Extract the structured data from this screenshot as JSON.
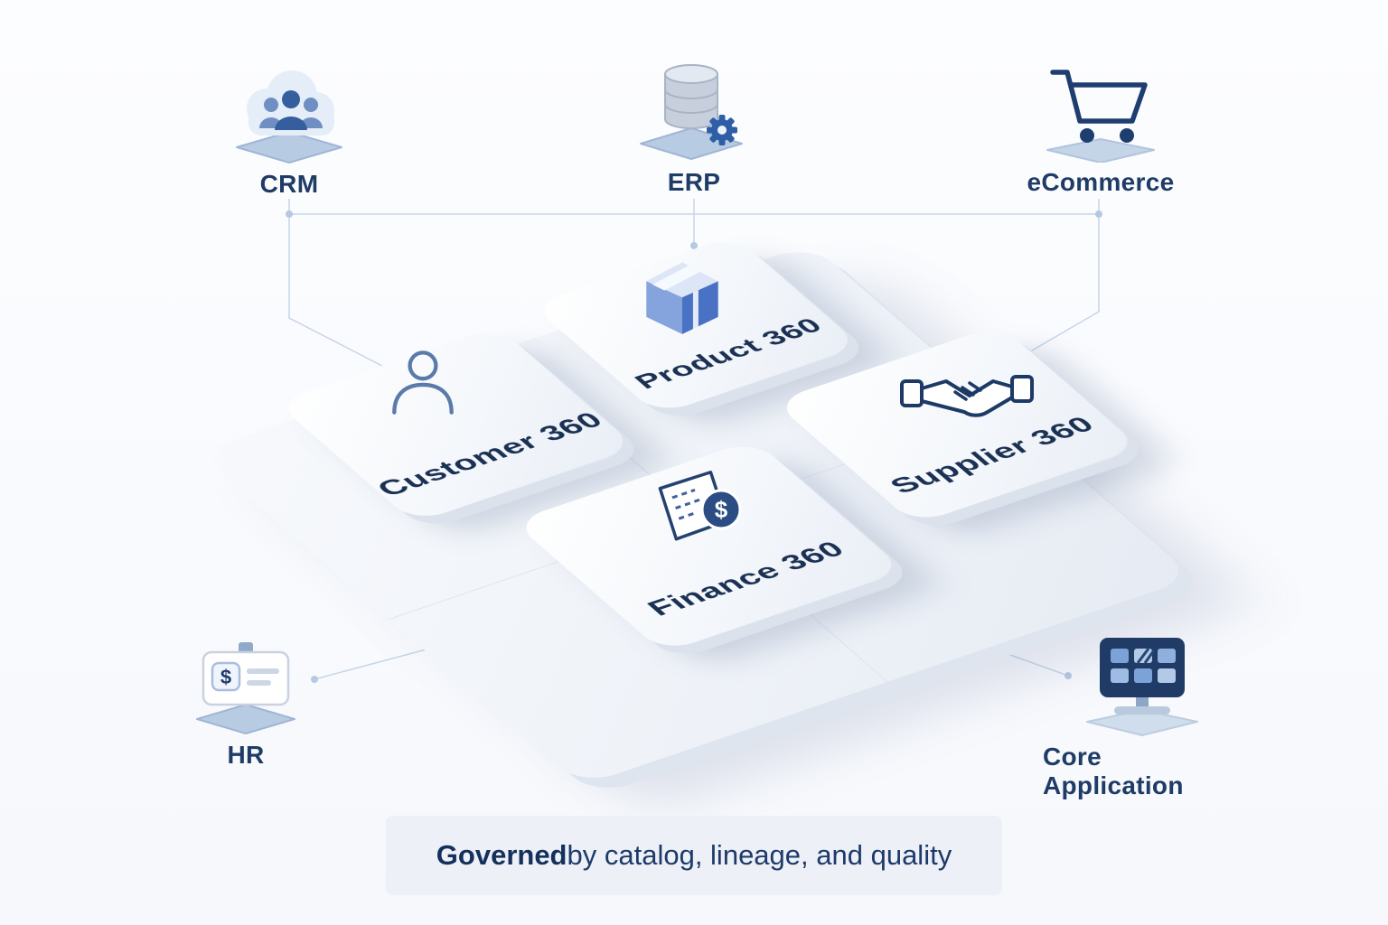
{
  "sources": [
    {
      "id": "crm",
      "label": "CRM",
      "icon": "cloud-users-icon"
    },
    {
      "id": "erp",
      "label": "ERP",
      "icon": "database-gear-icon"
    },
    {
      "id": "ecommerce",
      "label": "eCommerce",
      "icon": "shopping-cart-icon"
    },
    {
      "id": "hr",
      "label": "HR",
      "icon": "id-badge-icon"
    },
    {
      "id": "core_application",
      "label": "Core Application",
      "icon": "desktop-app-icon"
    }
  ],
  "domains": [
    {
      "id": "customer",
      "label": "Customer 360",
      "icon": "person-icon"
    },
    {
      "id": "product",
      "label": "Product 360",
      "icon": "package-box-icon"
    },
    {
      "id": "supplier",
      "label": "Supplier 360",
      "icon": "handshake-icon"
    },
    {
      "id": "finance",
      "label": "Finance 360",
      "icon": "invoice-dollar-icon"
    }
  ],
  "caption": {
    "bold": "Governed",
    "rest": "by catalog, lineage, and quality"
  },
  "colors": {
    "accent_dark": "#1d3a66",
    "accent": "#2e5ea6",
    "connector_line": "#c7d5e8",
    "tile_text": "#1b3154",
    "platform": "#edf1f7"
  }
}
